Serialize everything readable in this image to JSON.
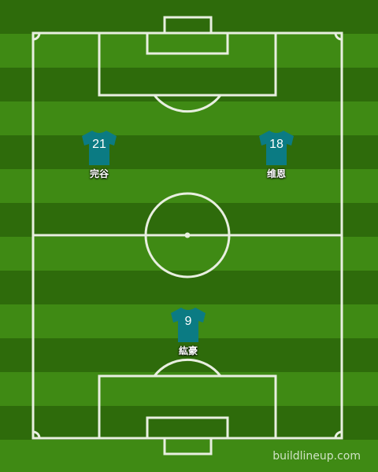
{
  "colors": {
    "grass_dark": "#2e6b0b",
    "grass_light": "#3f8a14",
    "lines": "#e8efe0",
    "shirt": "#0b7b83"
  },
  "players": [
    {
      "number": "21",
      "name": "完谷"
    },
    {
      "number": "18",
      "name": "维恩"
    },
    {
      "number": "9",
      "name": "紘豪"
    }
  ],
  "watermark": "buildlineup.com"
}
